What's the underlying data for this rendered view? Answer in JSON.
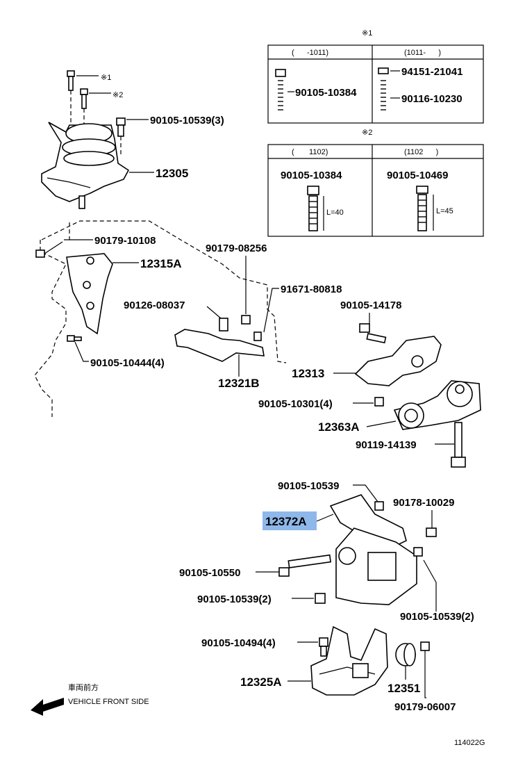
{
  "parts": {
    "p12305": "12305",
    "p90105_10539_3": "90105-10539(3)",
    "p90179_10108": "90179-10108",
    "p12315A": "12315A",
    "p90179_08256": "90179-08256",
    "p91671_80818": "91671-80818",
    "p90126_08037": "90126-08037",
    "p90105_14178": "90105-14178",
    "p90105_10444_4": "90105-10444(4)",
    "p12313": "12313",
    "p12321B": "12321B",
    "p90105_10301_4": "90105-10301(4)",
    "p12363A": "12363A",
    "p90119_14139": "90119-14139",
    "p90105_10539": "90105-10539",
    "p90178_10029": "90178-10029",
    "p12372A": "12372A",
    "p90105_10550": "90105-10550",
    "p90105_10539_2a": "90105-10539(2)",
    "p90105_10539_2b": "90105-10539(2)",
    "p90105_10494_4": "90105-10494(4)",
    "p12325A": "12325A",
    "p12351": "12351",
    "p90179_06007": "90179-06007"
  },
  "callouts": {
    "mark1": "※1",
    "mark2": "※2"
  },
  "table1": {
    "mark": "※1",
    "col1_header": "(      -1011)",
    "col2_header": "(1011-      )",
    "col1_part": "90105-10384",
    "col2_part_a": "94151-21041",
    "col2_part_b": "90116-10230"
  },
  "table2": {
    "mark": "※2",
    "col1_header": "(       1102)",
    "col2_header": "(1102      )",
    "col1_part": "90105-10384",
    "col2_part": "90105-10469",
    "col1_len": "L=40",
    "col2_len": "L=45"
  },
  "front": {
    "jp": "車両前方",
    "en": "VEHICLE FRONT SIDE"
  },
  "figure_id": "114022G",
  "highlight_color": "#8fb8ea"
}
